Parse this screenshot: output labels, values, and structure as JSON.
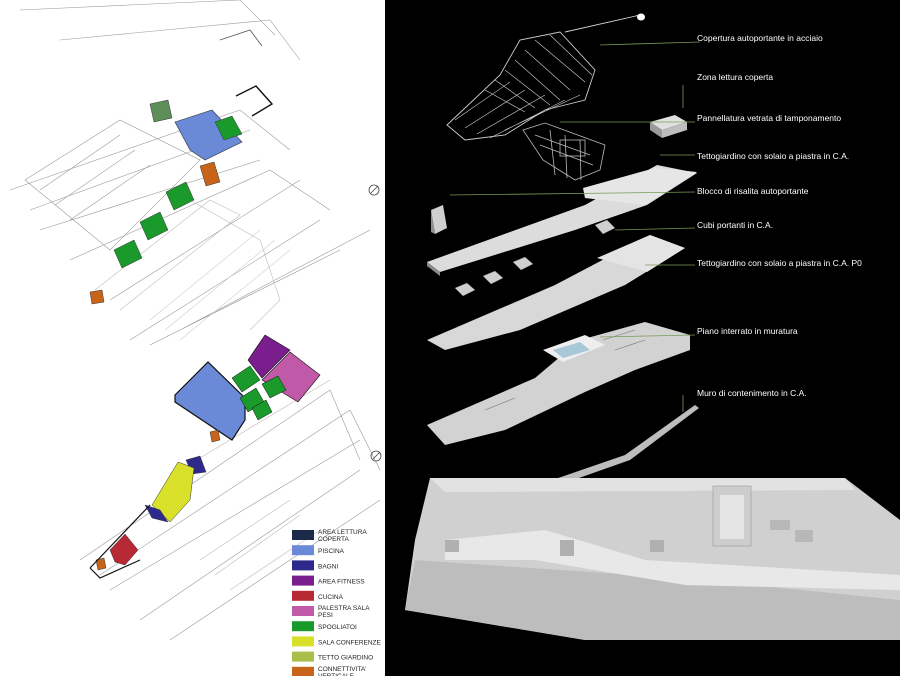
{
  "legend": {
    "items": [
      {
        "label": "AREA LETTURA COPERTA",
        "color": "#1c2a4a"
      },
      {
        "label": "PISCINA",
        "color": "#6a8ad8"
      },
      {
        "label": "BAGNI",
        "color": "#2e2a8c"
      },
      {
        "label": "AREA FITNESS",
        "color": "#7a1e8e"
      },
      {
        "label": "CUCINA",
        "color": "#b72a35"
      },
      {
        "label": "PALESTRA SALA PESI",
        "color": "#c05aa8"
      },
      {
        "label": "SPOGLIATOI",
        "color": "#1a9a2a"
      },
      {
        "label": "SALA CONFERENZE",
        "color": "#d8e02a"
      },
      {
        "label": "TETTO GIARDINO",
        "color": "#a8c04a"
      },
      {
        "label": "CONNETTIVITA' VERTICALE",
        "color": "#c8641a"
      }
    ]
  },
  "annotations": [
    "Copertura autoportante in acciaio",
    "Zona lettura coperta",
    "Pannellatura vetrata di tamponamento",
    "Tettogiardino con solaio a piastra in C.A.",
    "Blocco di risalita autoportante",
    "Cubi portanti in C.A.",
    "Tettogiardino con solaio a piastra in C.A. P0",
    "Piano interrato in muratura",
    "Muro di contenimento in C.A."
  ],
  "colors": {
    "leader_line": "#7a9a5a",
    "model_fill": "#d6d6d6",
    "panel_background": "#000000"
  }
}
